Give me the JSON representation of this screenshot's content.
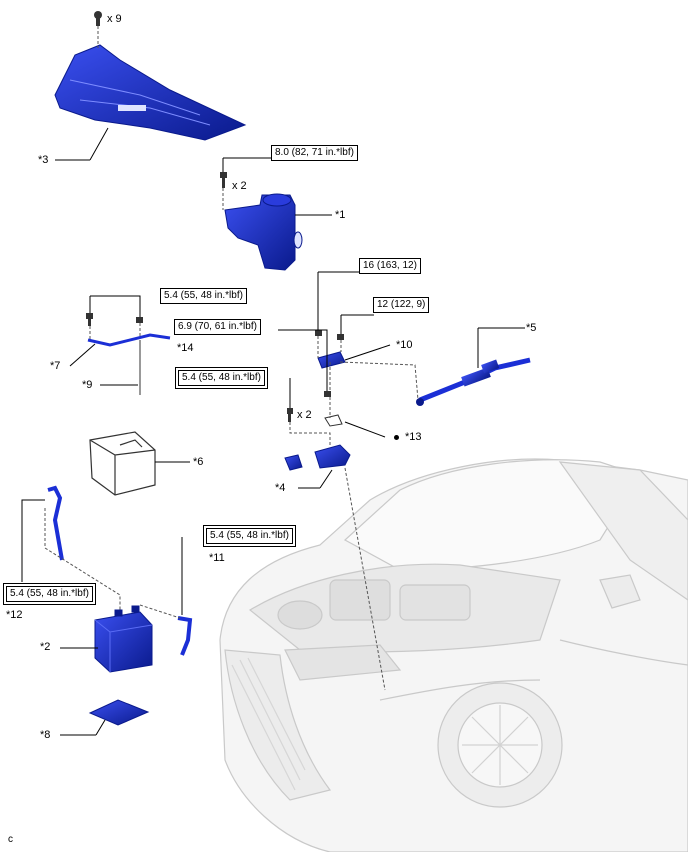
{
  "colors": {
    "part_blue": "#1b2fd6",
    "part_blue_dark": "#0a1a8c",
    "car_line": "#c9c9c9",
    "car_fill": "#f4f4f4",
    "line": "#000000",
    "dash": "#555555"
  },
  "quantities": {
    "q9": "x 9",
    "q2a": "x 2",
    "q2b": "x 2"
  },
  "torques": {
    "t1": "8.0 (82, 71 in.*lbf)",
    "t2": "16 (163, 12)",
    "t3": "12 (122, 9)",
    "t4": "6.9 (70, 61 in.*lbf)",
    "t5": "5.4 (55, 48 in.*lbf)",
    "t6": "5.4 (55, 48 in.*lbf)",
    "t7": "5.4 (55, 48 in.*lbf)",
    "t8": "5.4 (55, 48 in.*lbf)"
  },
  "callouts": {
    "c1": "*1",
    "c2": "*2",
    "c3": "*3",
    "c4": "*4",
    "c5": "*5",
    "c6": "*6",
    "c7": "*7",
    "c8": "*8",
    "c9": "*9",
    "c10": "*10",
    "c11": "*11",
    "c12": "*12",
    "c13": "*13",
    "c14": "*14"
  },
  "corner_mark": "c"
}
